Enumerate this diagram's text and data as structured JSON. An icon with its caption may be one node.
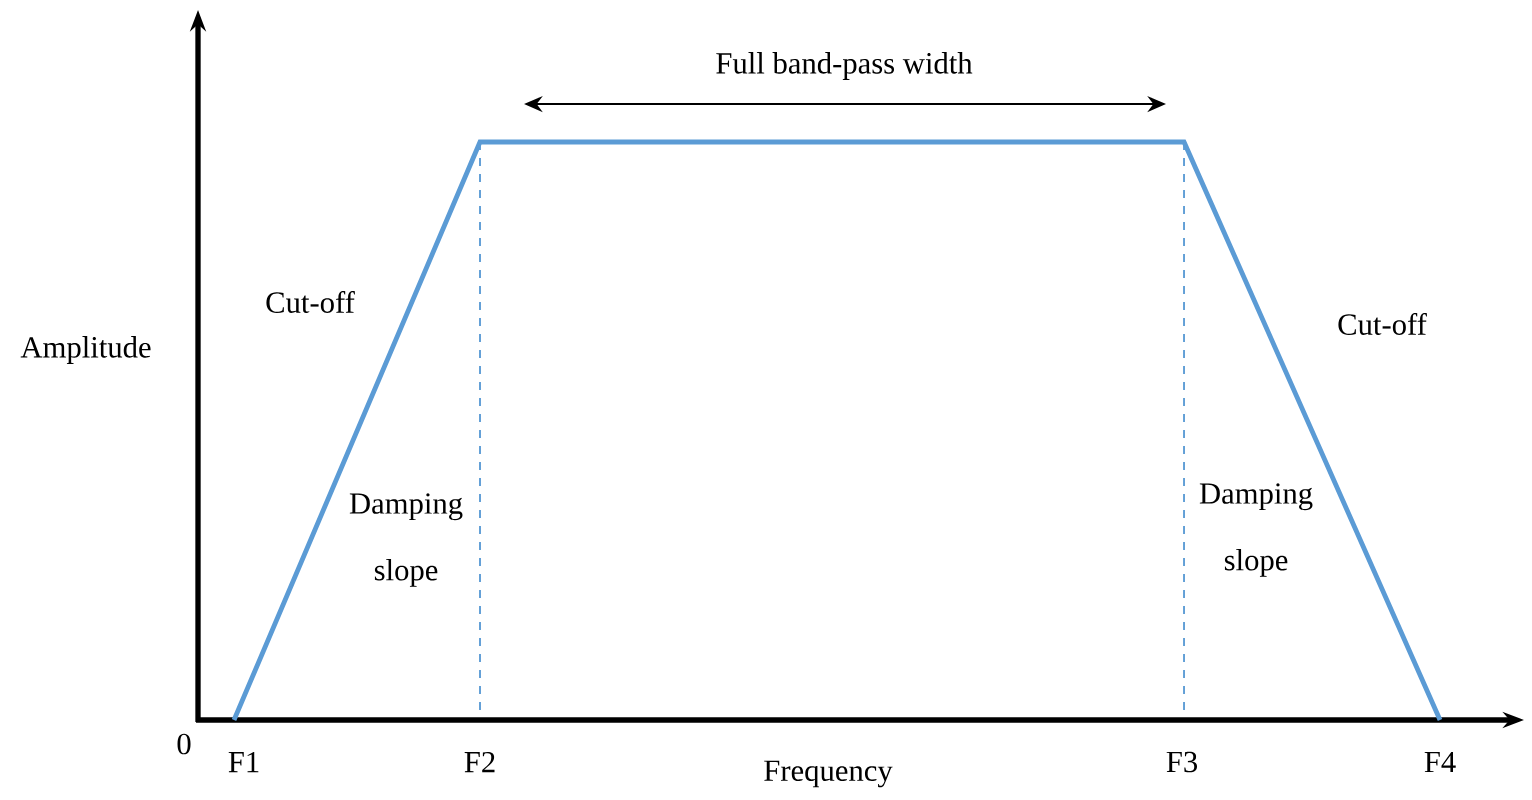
{
  "diagram": {
    "labels": [
      "Full band-pass width",
      "Cut-off",
      "Amplitude",
      "Cut-off",
      "Damping slope",
      "Damping slope",
      "0",
      "F1",
      "F2",
      "Frequency",
      "F3",
      "F4"
    ]
  }
}
